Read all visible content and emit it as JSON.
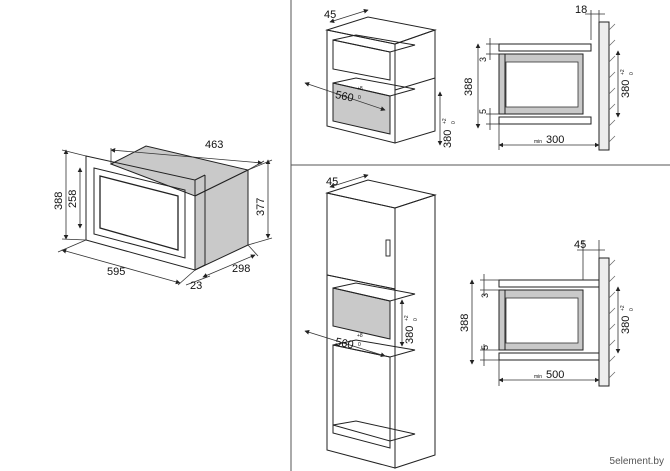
{
  "oven": {
    "depth_top": "463",
    "height_outer": "388",
    "height_inner": "258",
    "height_side": "377",
    "width": "595",
    "depth": "298",
    "frame": "23"
  },
  "cabinet_top": {
    "depth": "45",
    "width": "560",
    "width_tol": "+8",
    "width_tol2": "0",
    "height": "380",
    "height_tol": "+2",
    "height_tol2": "0"
  },
  "section_top": {
    "wall_offset": "18",
    "top_gap": "3",
    "height": "388",
    "bottom_gap": "5",
    "depth_min_label": "min",
    "depth": "300",
    "niche_height": "380",
    "niche_tol": "+2",
    "niche_tol2": "0"
  },
  "cabinet_bottom": {
    "depth": "45",
    "width": "560",
    "width_tol": "+8",
    "width_tol2": "0",
    "height": "380",
    "height_tol": "+2",
    "height_tol2": "0"
  },
  "section_bottom": {
    "wall_offset": "45",
    "top_gap": "3",
    "height": "388",
    "bottom_gap": "5",
    "depth_min_label": "min",
    "depth": "500",
    "niche_height": "380",
    "niche_tol": "+2",
    "niche_tol2": "0"
  },
  "watermark": "5element.by"
}
